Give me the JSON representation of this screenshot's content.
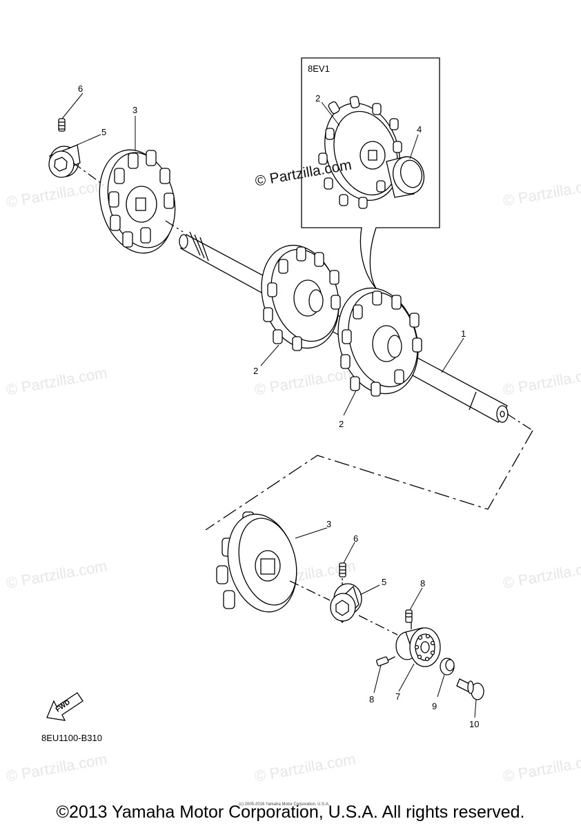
{
  "watermark": "© Partzilla.com",
  "inset": {
    "label": "8EV1",
    "watermark": "© Partzilla.com"
  },
  "callouts": {
    "c1": "1",
    "c2a": "2",
    "c2b": "2",
    "c2c": "2",
    "c3a": "3",
    "c3b": "3",
    "c4": "4",
    "c5a": "5",
    "c5b": "5",
    "c6a": "6",
    "c6b": "6",
    "c7": "7",
    "c8a": "8",
    "c8b": "8",
    "c9": "9",
    "c10": "10"
  },
  "fwd_label": "FWD",
  "diagram_code": "8EU1100-B310",
  "small_copyright": "(c) 2005-2016 Yamaha Motor Corporation, U.S.A.",
  "copyright": "©2013 Yamaha Motor Corporation, U.S.A. All rights reserved."
}
